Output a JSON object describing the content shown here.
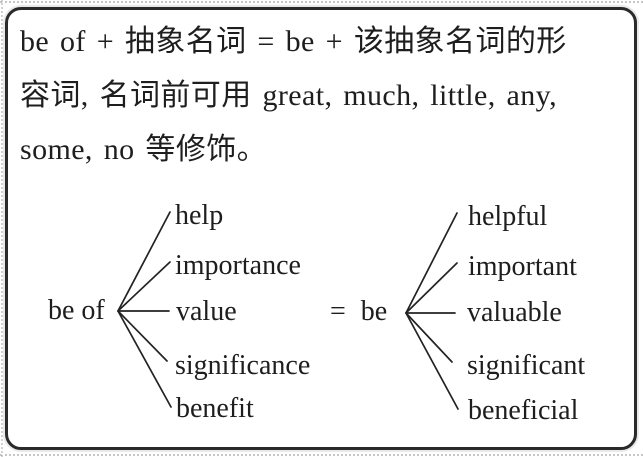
{
  "intro": {
    "lines": [
      "be of + 抽象名词 = be + 该抽象名词的形",
      "容词, 名词前可用 great, much, little, any,",
      "some, no 等修饰。"
    ]
  },
  "diagram": {
    "left": {
      "label": "be of",
      "items": [
        "help",
        "importance",
        "value",
        "significance",
        "benefit"
      ]
    },
    "right": {
      "label": "= be",
      "items": [
        "helpful",
        "important",
        "valuable",
        "significant",
        "beneficial"
      ]
    }
  },
  "colors": {
    "ink": "#1e1e1e",
    "paper": "#ffffff",
    "frame_border": "#2a2a2a"
  }
}
